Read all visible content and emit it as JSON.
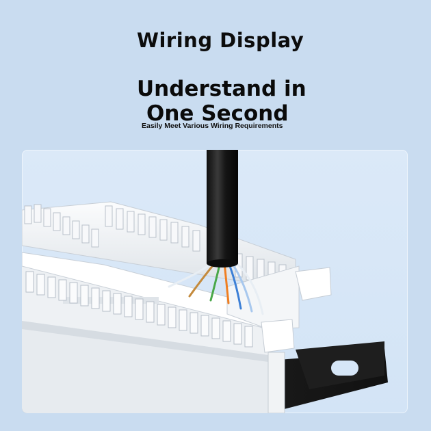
{
  "header": {
    "title": "Wiring Display",
    "headline_line1": "Understand in",
    "headline_line2": "One Second",
    "subheadline": "Easily Meet Various Wiring Requirements"
  },
  "colors": {
    "background": "#c9dcf0",
    "card_background": "#d8e8f8",
    "panel_white": "#f2f4f6",
    "bracket_black": "#1b1b1b",
    "cable_black": "#1c1c1c"
  },
  "wire_colors": [
    "#e8eef4",
    "#f07f22",
    "#4aa84a",
    "#3c7fd6",
    "#a8c8ee",
    "#c48a3c"
  ]
}
